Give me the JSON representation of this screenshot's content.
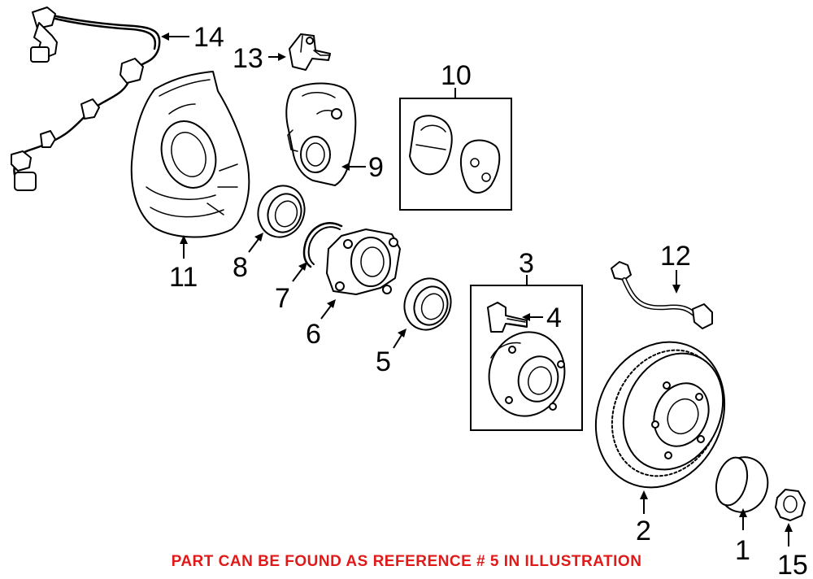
{
  "callouts": {
    "c1": "1",
    "c2": "2",
    "c3": "3",
    "c4": "4",
    "c5": "5",
    "c6": "6",
    "c7": "7",
    "c8": "8",
    "c9": "9",
    "c10": "10",
    "c11": "11",
    "c12": "12",
    "c13": "13",
    "c14": "14",
    "c15": "15"
  },
  "note": "PART CAN BE FOUND AS REFERENCE # 5 IN ILLUSTRATION",
  "colors": {
    "note": "#e01919",
    "line": "#000000",
    "background": "#ffffff"
  }
}
